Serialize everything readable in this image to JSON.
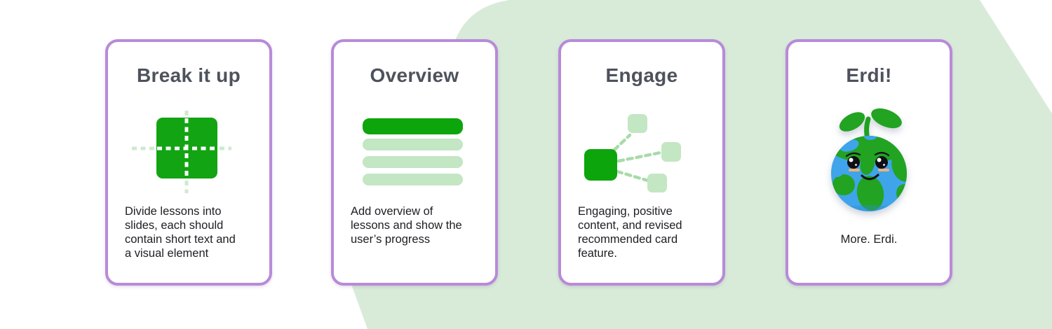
{
  "page": {
    "type": "infographic-slide",
    "background_color": "#ffffff",
    "background_shape": "diagonal-green-blob"
  },
  "colors": {
    "background_shape_green": "#d8ebd9",
    "card_border_purple": "#b88ad8",
    "card_background": "#ffffff",
    "brand_green": "#12a412",
    "light_green": "#c3e6c3",
    "pale_green_dash": "#cfeacf",
    "connector_dash_green": "#a8dba8",
    "title_text": "#4d525c",
    "body_text": "#1d1e22",
    "earth_blue": "#3fa4ea",
    "continent_green": "#22a322",
    "blush_tan": "#e9b27c"
  },
  "cards": [
    {
      "title": "Break it up",
      "body": "Divide lessons into\nslides, each should\ncontain short text and\na visual element",
      "icon": "split-square-icon"
    },
    {
      "title": "Overview",
      "body": "Add overview of\nlessons and show the\nuser’s progress",
      "icon": "progress-bars-icon"
    },
    {
      "title": "Engage",
      "body": "Engaging, positive\ncontent, and revised\nrecommended card\nfeature.",
      "icon": "branching-nodes-icon"
    },
    {
      "title": "Erdi!",
      "body": "More. Erdi.",
      "icon": "erdi-earth-mascot-icon"
    }
  ]
}
